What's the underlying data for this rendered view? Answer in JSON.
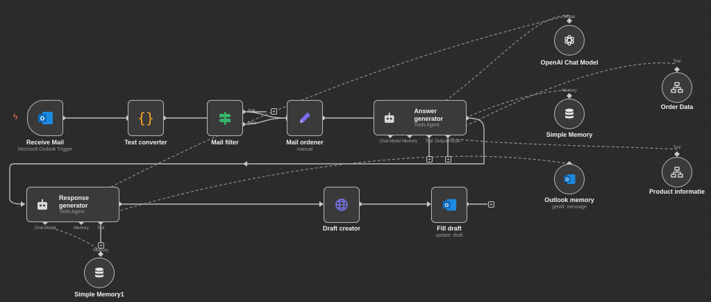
{
  "nodes": {
    "receive_mail": {
      "title": "Receive Mail",
      "subtitle": "Microsoft Outlook Trigger"
    },
    "text_converter": {
      "title": "Text converter",
      "icon_glyph": "{}"
    },
    "mail_filter": {
      "title": "Mail filter",
      "branch_true": "true",
      "branch_false": "false"
    },
    "mail_ordener": {
      "title": "Mail ordener",
      "subtitle": "manual"
    },
    "answer_generator": {
      "title": "Answer generator",
      "subtitle": "Tools Agent",
      "ports": [
        "Chat Model",
        "Memory",
        "Tool",
        "Output Parser"
      ]
    },
    "openai_chat_model": {
      "title": "OpenAI Chat Model",
      "port": "Model"
    },
    "simple_memory": {
      "title": "Simple Memory",
      "port": "Memory"
    },
    "order_data": {
      "title": "Order Data",
      "port": "Tool"
    },
    "product_informatie": {
      "title": "Product informatie",
      "port": "Tool"
    },
    "outlook_memory": {
      "title": "Outlook memory",
      "subtitle": "getAll: message"
    },
    "response_generator": {
      "title": "Response generator",
      "subtitle": "Tools Agent",
      "ports": [
        "Chat Model",
        "Memory",
        "Tool"
      ]
    },
    "draft_creator": {
      "title": "Draft creator"
    },
    "fill_draft": {
      "title": "Fill draft",
      "subtitle": "update: draft"
    },
    "simple_memory1": {
      "title": "Simple Memory1",
      "port": "Memory"
    }
  },
  "add_symbol": "+",
  "colors": {
    "canvas": "#2b2b2b",
    "node_bg": "#3a3a3a",
    "node_border": "#b9b9b9",
    "outlook_blue": "#0f6cbd",
    "code_orange": "#f5a623",
    "filter_green": "#35b36b",
    "edit_purple": "#7b6cf0",
    "trigger_red": "#ff6d5a",
    "globe_blue": "#5b5bd6"
  }
}
